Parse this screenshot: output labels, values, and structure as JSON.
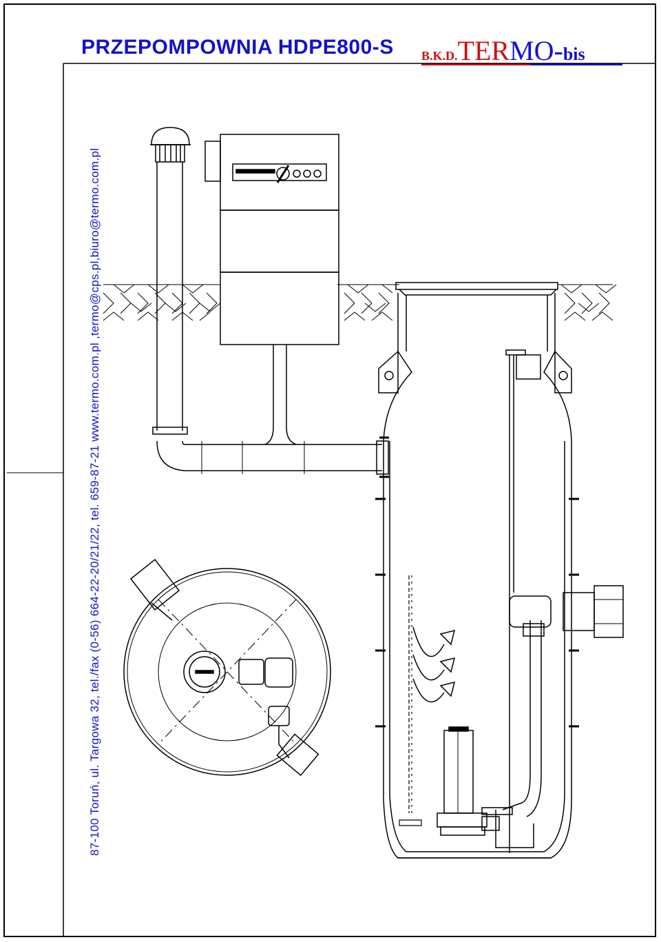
{
  "header": {
    "title": "PRZEPOMPOWNIA HDPE800-S",
    "logo": {
      "prefix": "B.K.D.",
      "part_red": "TER",
      "part_blue": "MO-",
      "suffix": "bis"
    }
  },
  "sidebar": {
    "address": "87-100  Toruń,  ul. Targowa 32,    tel./fax  (0-56)  664-22-20/21/22, tel. 659-87-21  www.termo.com.pl ,termo@cps.pl,biuro@termo.com.pl"
  },
  "colors": {
    "text": "#1212cc",
    "accent": "#cc1111",
    "line": "#000000"
  }
}
